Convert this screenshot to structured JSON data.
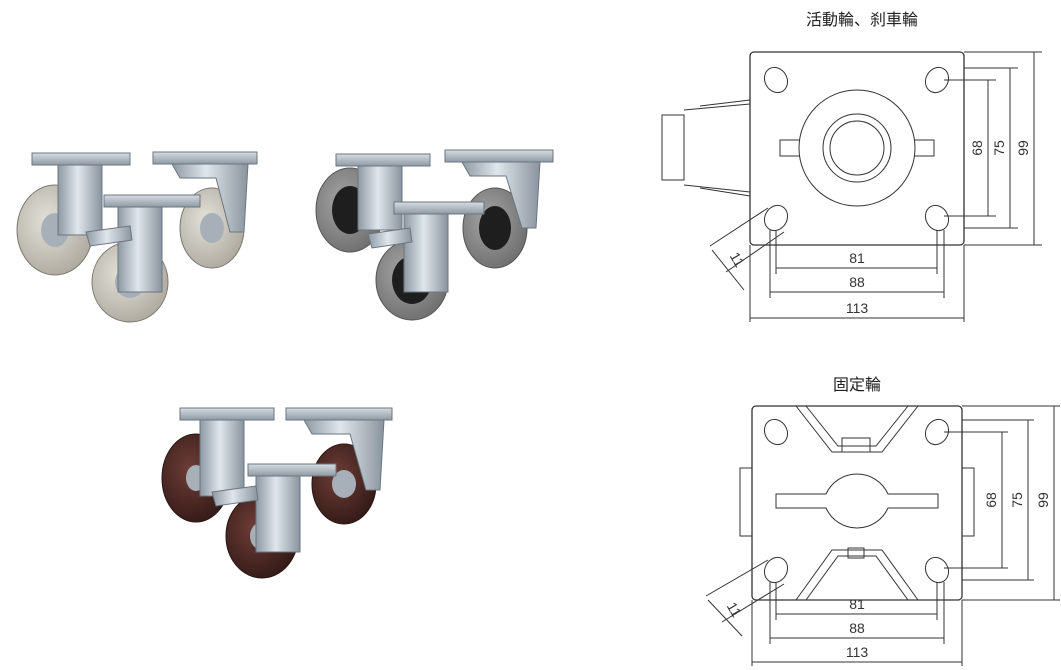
{
  "swivel_brake": {
    "title": "活動輪、刹車輪",
    "dims": {
      "w81": "81",
      "w88": "88",
      "w113": "113",
      "h68": "68",
      "h75": "75",
      "h99": "99",
      "hole": "11"
    }
  },
  "fixed": {
    "title": "固定輪",
    "dims": {
      "w81": "81",
      "w88": "88",
      "w113": "113",
      "h68": "68",
      "h75": "75",
      "h99": "99",
      "hole": "11"
    }
  },
  "photos": [
    {
      "name": "grey-wheel-caster-set"
    },
    {
      "name": "grey-black-wheel-caster-set"
    },
    {
      "name": "brown-wheel-caster-set"
    }
  ],
  "colors": {
    "zinc": "#b9c3cb",
    "grey_wheel": "#c9c6bd",
    "dark_wheel": "#4a2a26",
    "rubber_grey": "#8a8a8a"
  }
}
